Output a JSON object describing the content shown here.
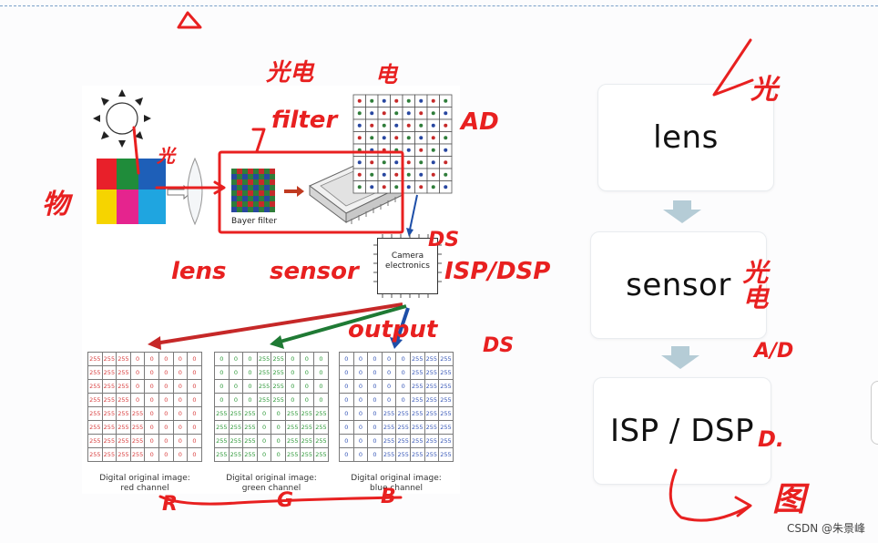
{
  "figure": {
    "bayer_label": "Bayer filter",
    "chip_label_line1": "Camera",
    "chip_label_line2": "electronics",
    "channels": [
      {
        "name": "red",
        "color": "#d94040",
        "caption_line1": "Digital original image:",
        "caption_line2": "red channel",
        "rows": [
          [
            "255",
            "255",
            "255",
            "0",
            "0",
            "0",
            "0",
            "0"
          ],
          [
            "255",
            "255",
            "255",
            "0",
            "0",
            "0",
            "0",
            "0"
          ],
          [
            "255",
            "255",
            "255",
            "0",
            "0",
            "0",
            "0",
            "0"
          ],
          [
            "255",
            "255",
            "255",
            "0",
            "0",
            "0",
            "0",
            "0"
          ],
          [
            "255",
            "255",
            "255",
            "255",
            "0",
            "0",
            "0",
            "0"
          ],
          [
            "255",
            "255",
            "255",
            "255",
            "0",
            "0",
            "0",
            "0"
          ],
          [
            "255",
            "255",
            "255",
            "255",
            "0",
            "0",
            "0",
            "0"
          ],
          [
            "255",
            "255",
            "255",
            "255",
            "0",
            "0",
            "0",
            "0"
          ]
        ]
      },
      {
        "name": "green",
        "color": "#2f9a3a",
        "caption_line1": "Digital original image:",
        "caption_line2": "green channel",
        "rows": [
          [
            "0",
            "0",
            "0",
            "255",
            "255",
            "0",
            "0",
            "0"
          ],
          [
            "0",
            "0",
            "0",
            "255",
            "255",
            "0",
            "0",
            "0"
          ],
          [
            "0",
            "0",
            "0",
            "255",
            "255",
            "0",
            "0",
            "0"
          ],
          [
            "0",
            "0",
            "0",
            "255",
            "255",
            "0",
            "0",
            "0"
          ],
          [
            "255",
            "255",
            "255",
            "0",
            "0",
            "255",
            "255",
            "255"
          ],
          [
            "255",
            "255",
            "255",
            "0",
            "0",
            "255",
            "255",
            "255"
          ],
          [
            "255",
            "255",
            "255",
            "0",
            "0",
            "255",
            "255",
            "255"
          ],
          [
            "255",
            "255",
            "255",
            "0",
            "0",
            "255",
            "255",
            "255"
          ]
        ]
      },
      {
        "name": "blue",
        "color": "#3858b8",
        "caption_line1": "Digital original image:",
        "caption_line2": "blue channel",
        "rows": [
          [
            "0",
            "0",
            "0",
            "0",
            "0",
            "255",
            "255",
            "255"
          ],
          [
            "0",
            "0",
            "0",
            "0",
            "0",
            "255",
            "255",
            "255"
          ],
          [
            "0",
            "0",
            "0",
            "0",
            "0",
            "255",
            "255",
            "255"
          ],
          [
            "0",
            "0",
            "0",
            "0",
            "0",
            "255",
            "255",
            "255"
          ],
          [
            "0",
            "0",
            "0",
            "255",
            "255",
            "255",
            "255",
            "255"
          ],
          [
            "0",
            "0",
            "0",
            "255",
            "255",
            "255",
            "255",
            "255"
          ],
          [
            "0",
            "0",
            "0",
            "255",
            "255",
            "255",
            "255",
            "255"
          ],
          [
            "0",
            "0",
            "0",
            "255",
            "255",
            "255",
            "255",
            "255"
          ]
        ]
      }
    ]
  },
  "flow": {
    "steps": [
      "lens",
      "sensor",
      "ISP / DSP"
    ]
  },
  "annotations": {
    "light_top_left": "光电",
    "filter": "filter",
    "electric": "电",
    "ad": "AD",
    "light_small": "光",
    "object": "物",
    "lens": "lens",
    "sensor": "sensor",
    "ds_top": "DS",
    "isp_dsp": "ISP/DSP",
    "output": "output",
    "ds_bottom": "DS",
    "r": "R",
    "g": "G",
    "b": "B",
    "flow_light": "光",
    "flow_photo_electric": "光电",
    "flow_ad": "A/D",
    "flow_d": "D.",
    "flow_image": "图"
  },
  "watermark": "CSDN @朱景峰"
}
